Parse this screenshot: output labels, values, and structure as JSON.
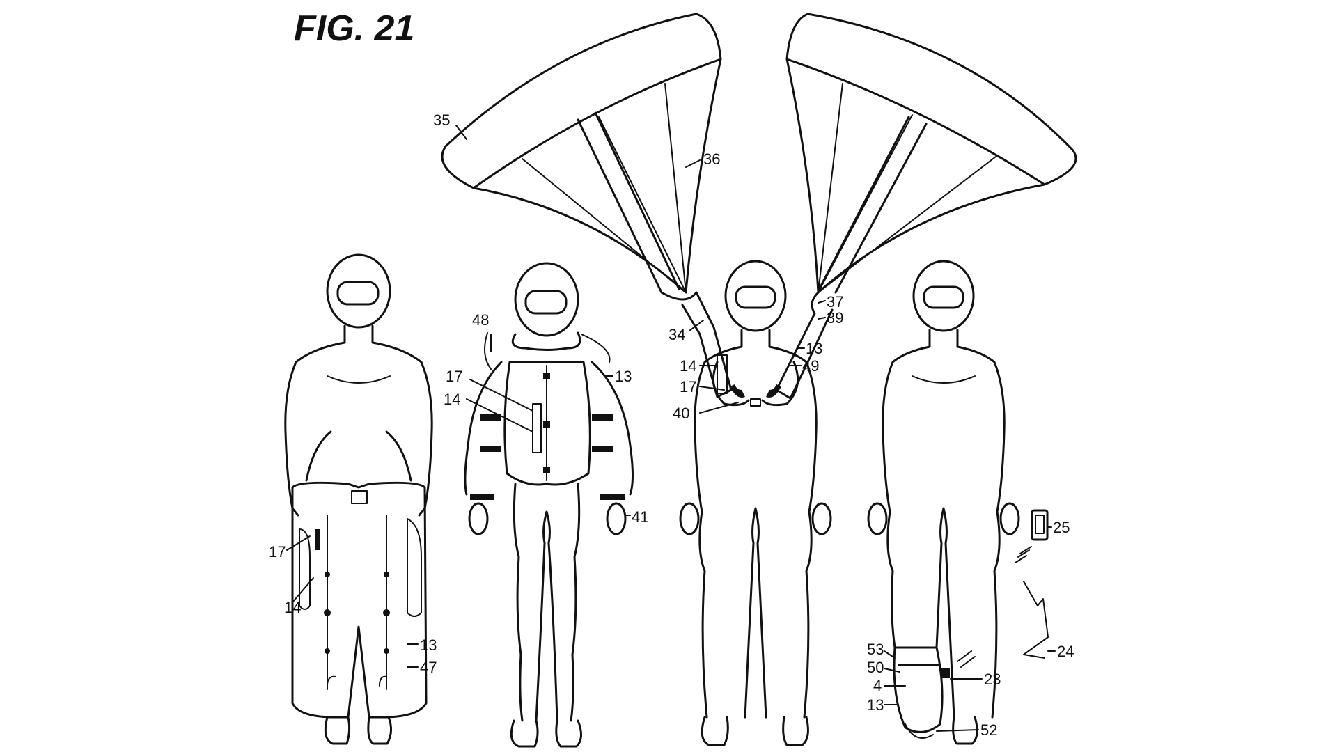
{
  "figure": {
    "title": "FIG. 21"
  },
  "reference_numerals": {
    "canopy_left": "35",
    "canopy_lines": "36",
    "riser_left": "34",
    "riser_right_upper": "37",
    "riser_right_lower": "39",
    "fig1_container": "17",
    "fig1_inflator": "14",
    "fig1_bag": "13",
    "fig1_pants": "47",
    "fig2_harness": "48",
    "fig2_container": "17",
    "fig2_inflator": "14",
    "fig2_bag": "13",
    "fig2_cuff": "41",
    "fig3_bag": "13",
    "fig3_inflator": "14",
    "fig3_container": "17",
    "fig3_buckle": "40",
    "fig3_yoke": "49",
    "fig4_phone": "25",
    "fig4_signal": "24",
    "fig4_sensor": "23",
    "fig4_boot_top": "53",
    "fig4_boot_band": "50",
    "fig4_boot_module": "4",
    "fig4_boot_bag": "13",
    "fig4_boot_sole": "52"
  },
  "colors": {
    "ink": "#111111",
    "paper": "#ffffff"
  }
}
